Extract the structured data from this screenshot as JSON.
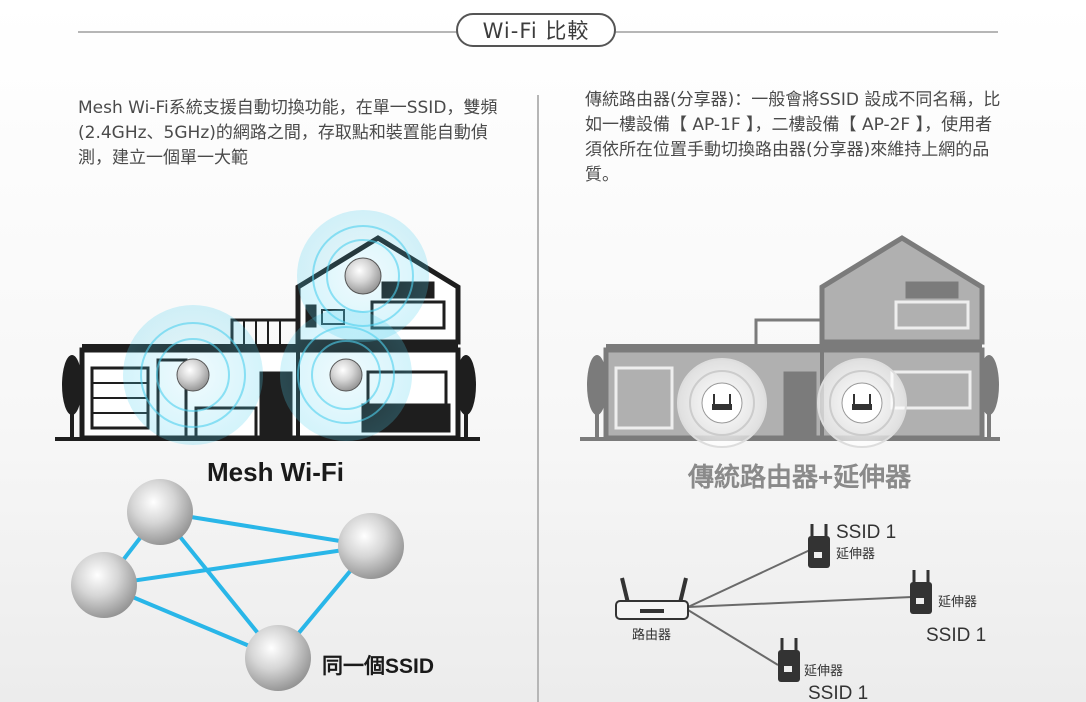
{
  "header": {
    "title": "Wi-Fi 比較"
  },
  "left": {
    "description": "Mesh Wi-Fi系統支援自動切換功能，在單一SSID，雙頻(2.4GHz、5GHz)的網路之間，存取點和裝置能自動偵測，建立一個單一大範",
    "caption": "Mesh Wi-Fi",
    "ssid_label": "同一個SSID"
  },
  "right": {
    "description": "傳統路由器(分享器)：一般會將SSID 設成不同名稱，比如一樓設備【 AP-1F 】，二樓設備【 AP-2F 】，使用者須依所在位置手動切換路由器(分享器)來維持上網的品質。",
    "caption": "傳統路由器+延伸器",
    "router_label": "路由器",
    "extender_label": "延伸器",
    "ssid_label": "SSID 1"
  },
  "colors": {
    "mesh_link": "#29b6e8",
    "wifi_wave": "#4fd0ef",
    "house_dark": "#1e1e1e",
    "house_gray": "#7b7b7b"
  },
  "icons": [
    "wifi-wave-icon",
    "router-icon",
    "extender-icon",
    "mesh-node-icon",
    "tree-icon",
    "house-icon"
  ]
}
